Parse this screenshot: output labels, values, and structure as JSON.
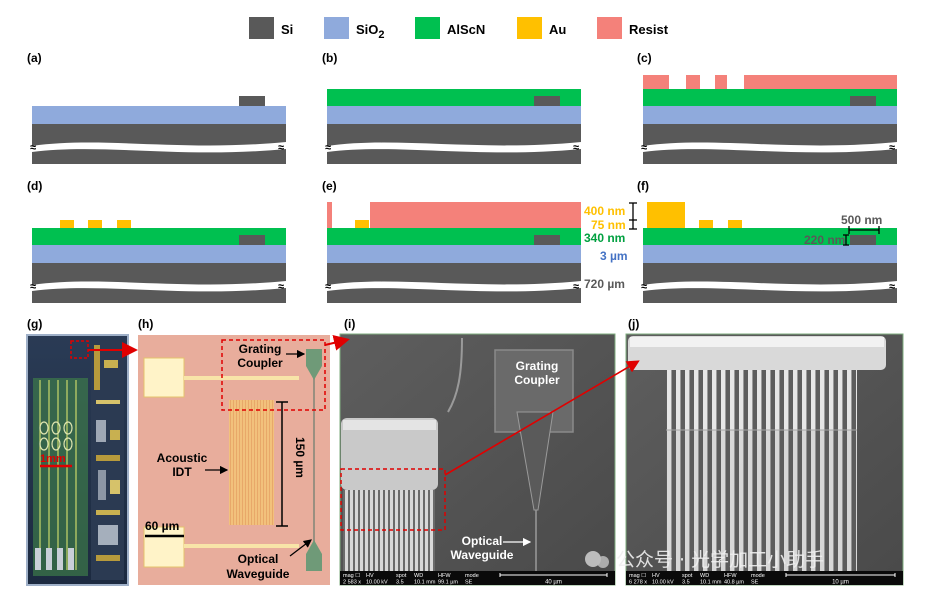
{
  "legend": {
    "items": [
      {
        "label": "Si",
        "color": "#595959"
      },
      {
        "label_main": "SiO",
        "label_sub": "2",
        "color": "#8FAADC"
      },
      {
        "label": "AlScN",
        "color": "#00C050"
      },
      {
        "label": "Au",
        "color": "#FFC000"
      },
      {
        "label": "Resist",
        "color": "#F4817A"
      }
    ]
  },
  "panels": {
    "a": "(a)",
    "b": "(b)",
    "c": "(c)",
    "d": "(d)",
    "e": "(e)",
    "f": "(f)",
    "g": "(g)",
    "h": "(h)",
    "i": "(i)",
    "j": "(j)"
  },
  "break_mark": "≈",
  "thickness": {
    "au": "400 nm",
    "resist": "75 nm",
    "alscn": "340 nm",
    "sio2": "3 µm",
    "si": "720 µm",
    "width_f": "500 nm",
    "height_f": "220 nm"
  },
  "micrograph_labels": {
    "g_scale": "1mm",
    "h_grating": "Grating\nCoupler",
    "h_idt": "Acoustic\nIDT",
    "h_length": "150 µm",
    "h_scale": "60 µm",
    "h_waveguide": "Optical\nWaveguide",
    "i_grating": "Grating\nCoupler",
    "i_waveguide": "Optical\nWaveguide"
  },
  "sem_bar_i": {
    "headers": [
      "mag ☐",
      "HV",
      "spot",
      "WD",
      "HFW",
      "mode"
    ],
    "values": [
      "2 583 x",
      "10.00 kV",
      "3.5",
      "10.1 mm",
      "99.1 µm",
      "SE"
    ],
    "scale": "40 µm"
  },
  "sem_bar_j": {
    "headers": [
      "mag ☐",
      "HV",
      "spot",
      "WD",
      "HFW",
      "mode"
    ],
    "values": [
      "6 278 x",
      "10.00 kV",
      "3.5",
      "10.1 mm",
      "40.8 µm",
      "SE"
    ],
    "scale": "10 µm"
  },
  "watermark": "公众号 · 光学加工小助手",
  "colors": {
    "si": "#595959",
    "sio2": "#8FAADC",
    "alscn": "#00C050",
    "au": "#FFC000",
    "resist": "#F4817A",
    "arrow": "#E00000",
    "label_au": "#FFC000",
    "label_alscn": "#00A040",
    "label_sio2": "#4472C4",
    "label_si": "#595959"
  }
}
